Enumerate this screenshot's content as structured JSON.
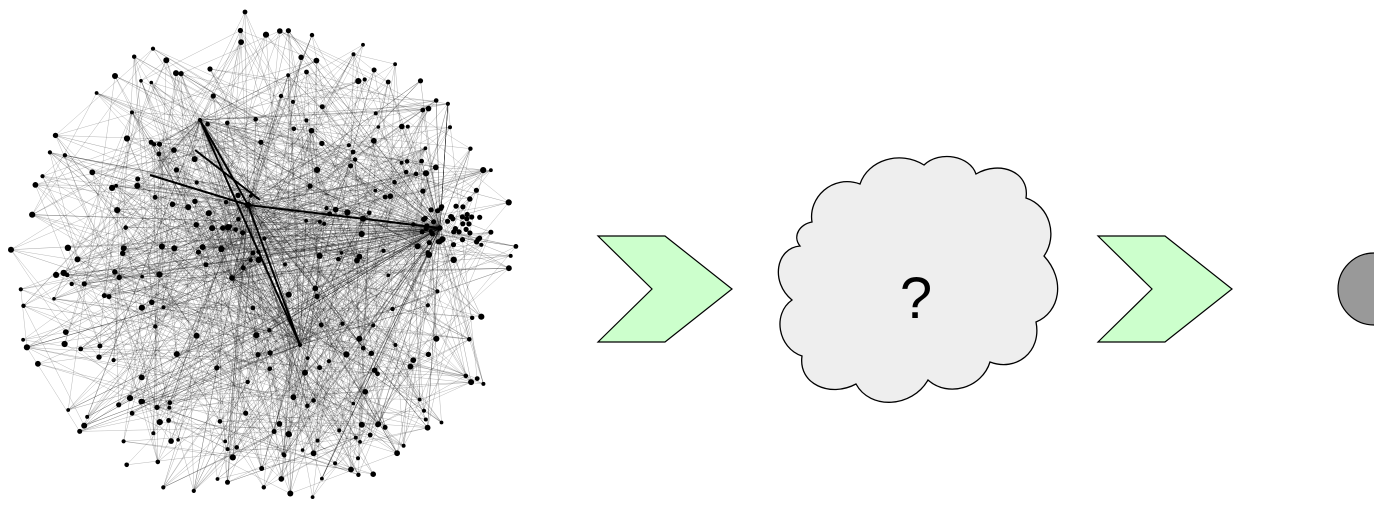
{
  "diagram": {
    "stages": [
      {
        "kind": "network-graph"
      },
      {
        "kind": "arrow"
      },
      {
        "kind": "cloud",
        "label": "?"
      },
      {
        "kind": "arrow"
      },
      {
        "kind": "node"
      }
    ],
    "colors": {
      "arrow_fill": "#ccffcc",
      "cloud_fill": "#eeeeee",
      "node_fill": "#999999",
      "stroke": "#000000",
      "edge": "#000000"
    }
  }
}
